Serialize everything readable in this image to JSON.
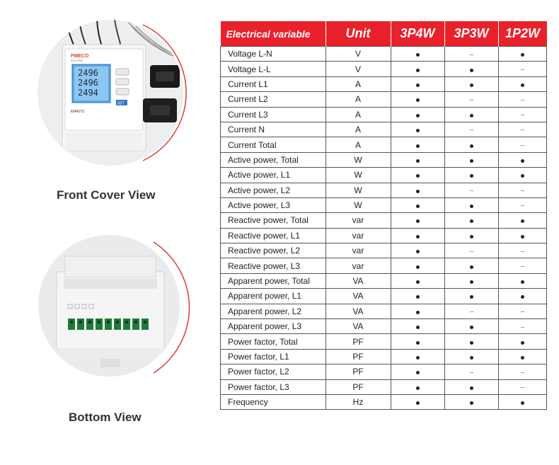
{
  "left_panel": {
    "front_caption": "Front Cover View",
    "bottom_caption": "Bottom View"
  },
  "device": {
    "brand": "FMECO",
    "brand_sub": "ELECTRIC",
    "model": "EM437S",
    "display_rows": [
      "2496",
      "2496",
      "2494"
    ],
    "set_label": "SET"
  },
  "table": {
    "headers": [
      "Electrical variable",
      "Unit",
      "3P4W",
      "3P3W",
      "1P2W"
    ],
    "rows": [
      {
        "variable": "Voltage L-N",
        "unit": "V",
        "p4w": "dot",
        "p3w": "dash",
        "p2w": "dot"
      },
      {
        "variable": "Voltage L-L",
        "unit": "V",
        "p4w": "dot",
        "p3w": "dot",
        "p2w": "dash"
      },
      {
        "variable": "Current L1",
        "unit": "A",
        "p4w": "dot",
        "p3w": "dot",
        "p2w": "dot"
      },
      {
        "variable": "Current L2",
        "unit": "A",
        "p4w": "dot",
        "p3w": "dash",
        "p2w": "dash"
      },
      {
        "variable": "Current L3",
        "unit": "A",
        "p4w": "dot",
        "p3w": "dot",
        "p2w": "dash"
      },
      {
        "variable": "Current N",
        "unit": "A",
        "p4w": "dot",
        "p3w": "dash",
        "p2w": "dash"
      },
      {
        "variable": "Current Total",
        "unit": "A",
        "p4w": "dot",
        "p3w": "dot",
        "p2w": "dash"
      },
      {
        "variable": "Active power, Total",
        "unit": "W",
        "p4w": "dot",
        "p3w": "dot",
        "p2w": "dot"
      },
      {
        "variable": "Active power, L1",
        "unit": "W",
        "p4w": "dot",
        "p3w": "dot",
        "p2w": "dot"
      },
      {
        "variable": "Active power, L2",
        "unit": "W",
        "p4w": "dot",
        "p3w": "dash",
        "p2w": "dash"
      },
      {
        "variable": "Active power, L3",
        "unit": "W",
        "p4w": "dot",
        "p3w": "dot",
        "p2w": "dash"
      },
      {
        "variable": "Reactive power,  Total",
        "unit": "var",
        "p4w": "dot",
        "p3w": "dot",
        "p2w": "dot"
      },
      {
        "variable": "Reactive power,  L1",
        "unit": "var",
        "p4w": "dot",
        "p3w": "dot",
        "p2w": "dot"
      },
      {
        "variable": "Reactive power,  L2",
        "unit": "var",
        "p4w": "dot",
        "p3w": "dash",
        "p2w": "dash"
      },
      {
        "variable": "Reactive power,  L3",
        "unit": "var",
        "p4w": "dot",
        "p3w": "dot",
        "p2w": "dash"
      },
      {
        "variable": "Apparent power, Total",
        "unit": "VA",
        "p4w": "dot",
        "p3w": "dot",
        "p2w": "dot"
      },
      {
        "variable": "Apparent power, L1",
        "unit": "VA",
        "p4w": "dot",
        "p3w": "dot",
        "p2w": "dot"
      },
      {
        "variable": "Apparent power, L2",
        "unit": "VA",
        "p4w": "dot",
        "p3w": "dash",
        "p2w": "dash"
      },
      {
        "variable": "Apparent power, L3",
        "unit": "VA",
        "p4w": "dot",
        "p3w": "dot",
        "p2w": "dash"
      },
      {
        "variable": "Power factor, Total",
        "unit": "PF",
        "p4w": "dot",
        "p3w": "dot",
        "p2w": "dot"
      },
      {
        "variable": "Power factor, L1",
        "unit": "PF",
        "p4w": "dot",
        "p3w": "dot",
        "p2w": "dot"
      },
      {
        "variable": "Power factor, L2",
        "unit": "PF",
        "p4w": "dot",
        "p3w": "dash",
        "p2w": "dash"
      },
      {
        "variable": "Power factor, L3",
        "unit": "PF",
        "p4w": "dot",
        "p3w": "dot",
        "p2w": "dash"
      },
      {
        "variable": "Frequency",
        "unit": "Hz",
        "p4w": "dot",
        "p3w": "dot",
        "p2w": "dot"
      }
    ]
  },
  "colors": {
    "header_red": "#e8212b",
    "accent_arc": "#e03a3a",
    "lcd_blue": "#5aa9e8"
  }
}
